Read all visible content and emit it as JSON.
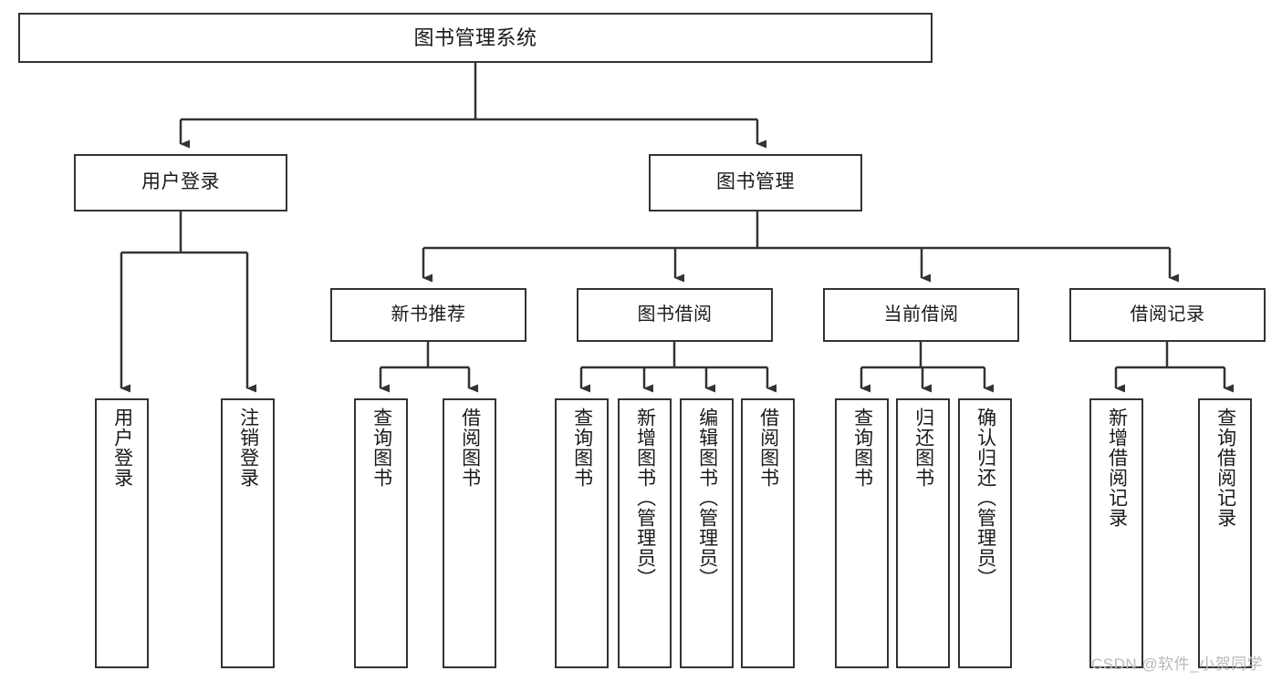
{
  "diagram": {
    "type": "tree-hierarchy",
    "title": "图书管理系统",
    "orientation": "top-down",
    "colors": {
      "box_border": "#333333",
      "box_fill": "#ffffff",
      "edge": "#333333",
      "text": "#1a1a1a",
      "watermark": "#b9b9b9",
      "background": "#ffffff"
    },
    "watermark": "CSDN @软件_小贺同学",
    "nodes": {
      "root": {
        "label": "图书管理系统"
      },
      "level1": [
        {
          "label": "用户登录"
        },
        {
          "label": "图书管理"
        }
      ],
      "level2": [
        {
          "label": "新书推荐"
        },
        {
          "label": "图书借阅"
        },
        {
          "label": "当前借阅"
        },
        {
          "label": "借阅记录"
        }
      ],
      "leaves": {
        "user_login": [
          {
            "label": "用户登录"
          },
          {
            "label": "注销登录"
          }
        ],
        "new_book": [
          {
            "label": "查询图书"
          },
          {
            "label": "借阅图书"
          }
        ],
        "book_borrow": [
          {
            "label": "查询图书"
          },
          {
            "label": "新增图书（管理员）"
          },
          {
            "label": "编辑图书（管理员）"
          },
          {
            "label": "借阅图书"
          }
        ],
        "current_borrow": [
          {
            "label": "查询图书"
          },
          {
            "label": "归还图书"
          },
          {
            "label": "确认归还（管理员）"
          }
        ],
        "borrow_record": [
          {
            "label": "新增借阅记录"
          },
          {
            "label": "查询借阅记录"
          }
        ]
      }
    }
  }
}
